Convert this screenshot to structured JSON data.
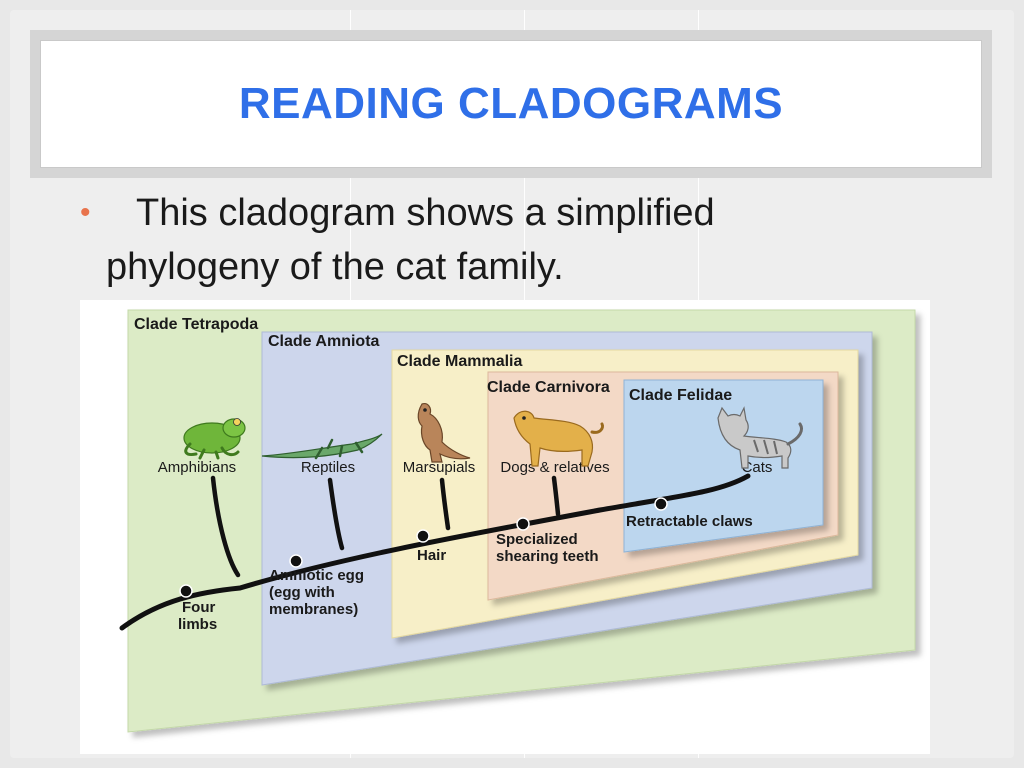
{
  "slide": {
    "title": "READING CLADOGRAMS",
    "bullet_marker": "•",
    "bullet_line1": "This cladogram shows a simplified",
    "bullet_line2": "phylogeny of the cat family."
  },
  "cladogram": {
    "clades": [
      "Clade Tetrapoda",
      "Clade Amniota",
      "Clade Mammalia",
      "Clade Carnivora",
      "Clade Felidae"
    ],
    "taxa": [
      "Amphibians",
      "Reptiles",
      "Marsupials",
      "Dogs & relatives",
      "Cats"
    ],
    "traits": {
      "four_limbs": [
        "Four",
        "limbs"
      ],
      "amniotic_egg": [
        "Amniotic egg",
        "(egg with",
        "membranes)"
      ],
      "hair": [
        "Hair"
      ],
      "shearing_teeth": [
        "Specialized",
        "shearing teeth"
      ],
      "retractable_claws": [
        "Retractable claws"
      ]
    },
    "colors": {
      "tetrapoda": "#dcebc6",
      "amniota": "#cdd6ec",
      "mammalia": "#f7efc8",
      "carnivora": "#f3d9c6",
      "felidae": "#bcd6ee",
      "title": "#2f6fe8",
      "bullet": "#e8734c"
    },
    "icons": [
      "frog-icon",
      "lizard-icon",
      "kangaroo-icon",
      "dog-icon",
      "cat-icon"
    ]
  }
}
